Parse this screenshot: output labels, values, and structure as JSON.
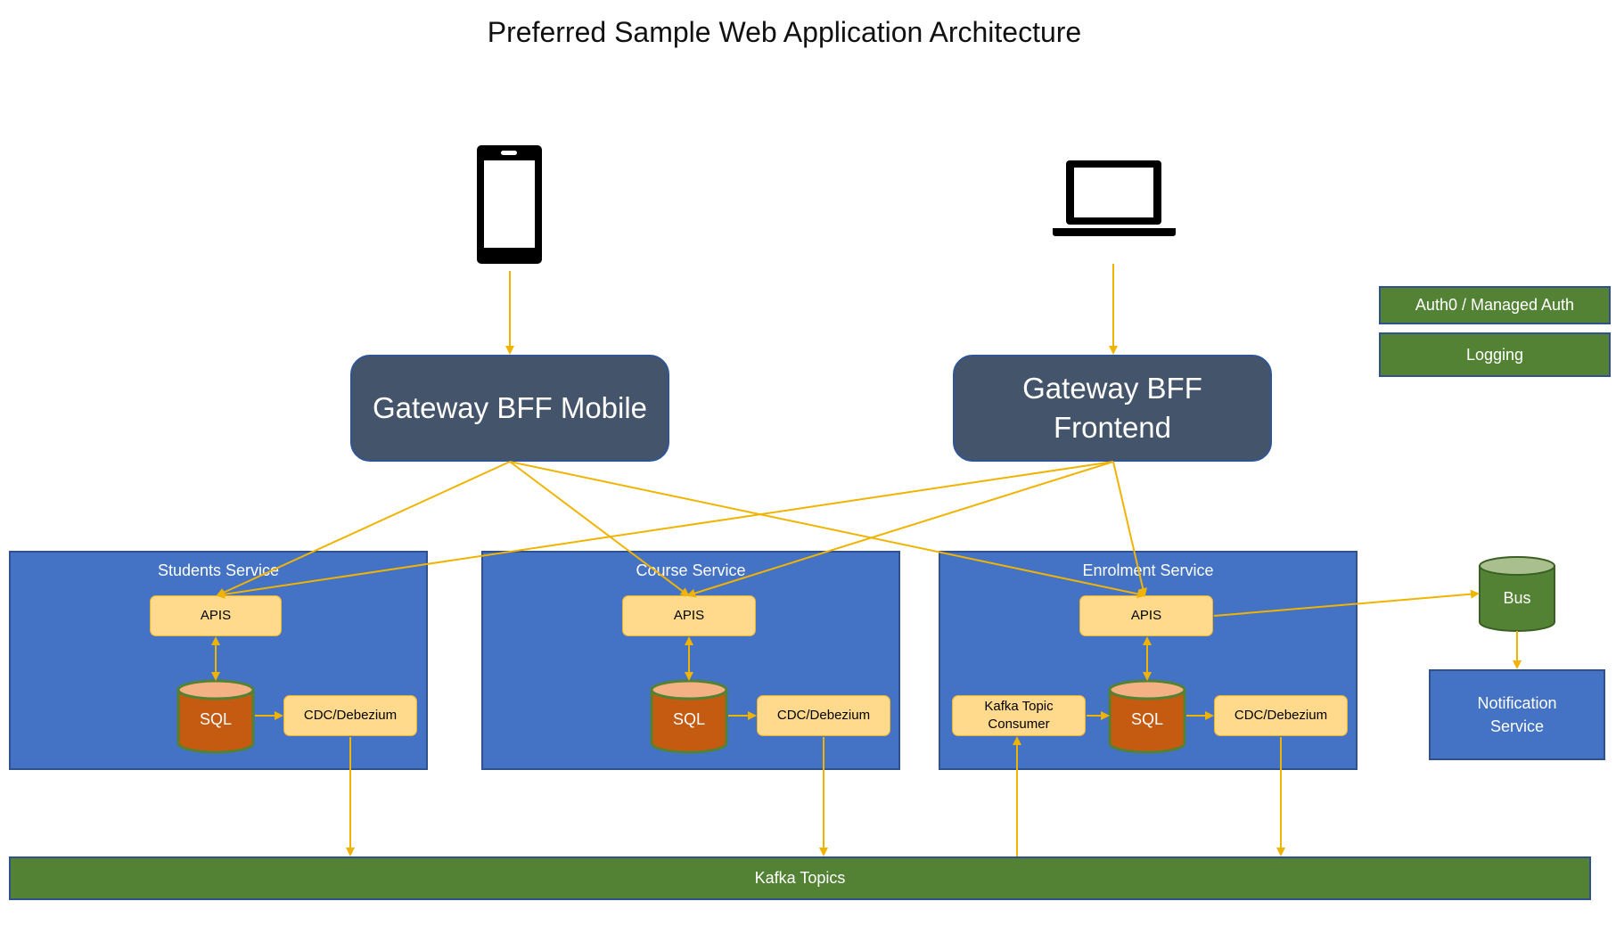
{
  "title": "Preferred Sample Web Application Architecture",
  "clients": {
    "mobile_icon": "mobile-phone-icon",
    "laptop_icon": "laptop-icon"
  },
  "gateways": {
    "mobile": "Gateway BFF Mobile",
    "frontend": "Gateway BFF\nFrontend"
  },
  "side_panel": {
    "auth": "Auth0 / Managed Auth",
    "logging": "Logging"
  },
  "services": {
    "students": {
      "title": "Students Service",
      "apis": "APIS",
      "sql": "SQL",
      "cdc": "CDC/Debezium"
    },
    "course": {
      "title": "Course Service",
      "apis": "APIS",
      "sql": "SQL",
      "cdc": "CDC/Debezium"
    },
    "enrolment": {
      "title": "Enrolment Service",
      "apis": "APIS",
      "sql": "SQL",
      "cdc": "CDC/Debezium",
      "consumer": "Kafka Topic\nConsumer"
    }
  },
  "bus": "Bus",
  "notification": "Notification\nService",
  "kafka": "Kafka Topics",
  "colors": {
    "gateway": "#44546a",
    "service": "#4472c4",
    "pill": "#ffd98c",
    "sql": "#c55a11",
    "green": "#548235",
    "arrow": "#f0b400"
  }
}
